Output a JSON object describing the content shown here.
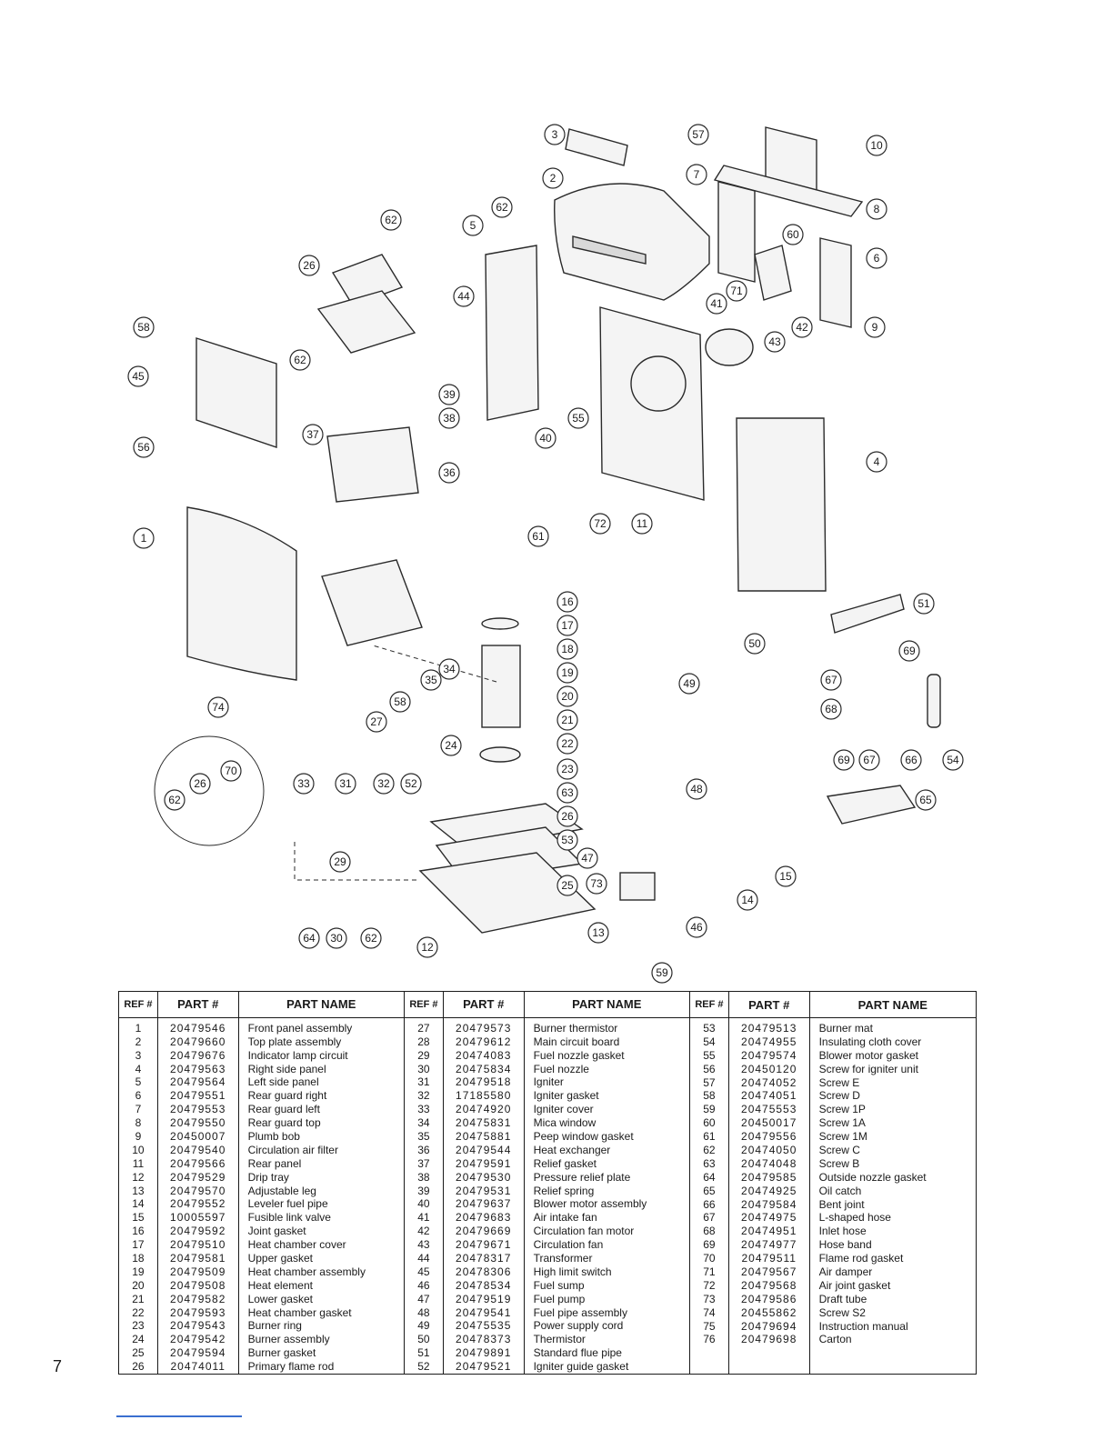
{
  "callouts": [
    "3",
    "57",
    "10",
    "2",
    "7",
    "8",
    "62",
    "5",
    "62",
    "60",
    "6",
    "26",
    "44",
    "71",
    "41",
    "42",
    "9",
    "43",
    "58",
    "45",
    "62",
    "39",
    "38",
    "37",
    "55",
    "40",
    "36",
    "4",
    "56",
    "72",
    "11",
    "61",
    "1",
    "16",
    "51",
    "17",
    "18",
    "50",
    "69",
    "34",
    "35",
    "19",
    "49",
    "67",
    "74",
    "58",
    "20",
    "68",
    "27",
    "21",
    "24",
    "22",
    "23",
    "70",
    "69",
    "67",
    "66",
    "54",
    "33",
    "31",
    "32",
    "52",
    "63",
    "48",
    "26",
    "62",
    "26",
    "65",
    "53",
    "47",
    "15",
    "29",
    "25",
    "73",
    "14",
    "46",
    "64",
    "30",
    "62",
    "12",
    "13",
    "59"
  ],
  "table": {
    "headers": {
      "ref": "REF #",
      "part_no": "PART #",
      "part_name": "PART NAME"
    },
    "columns": [
      {
        "ref": [
          "1",
          "2",
          "3",
          "4",
          "5",
          "6",
          "7",
          "8",
          "9",
          "10",
          "11",
          "12",
          "13",
          "14",
          "15",
          "16",
          "17",
          "18",
          "19",
          "20",
          "21",
          "22",
          "23",
          "24",
          "25",
          "26"
        ],
        "part_no": [
          "20479546",
          "20479660",
          "20479676",
          "20479563",
          "20479564",
          "20479551",
          "20479553",
          "20479550",
          "20450007",
          "20479540",
          "20479566",
          "20479529",
          "20479570",
          "20479552",
          "10005597",
          "20479592",
          "20479510",
          "20479581",
          "20479509",
          "20479508",
          "20479582",
          "20479593",
          "20479543",
          "20479542",
          "20479594",
          "20474011"
        ],
        "part_name": [
          "Front panel assembly",
          "Top plate assembly",
          "Indicator lamp circuit",
          "Right side panel",
          "Left side panel",
          "Rear guard right",
          "Rear guard left",
          "Rear guard top",
          "Plumb bob",
          "Circulation air filter",
          "Rear panel",
          "Drip tray",
          "Adjustable leg",
          "Leveler fuel pipe",
          "Fusible link valve",
          "Joint gasket",
          "Heat chamber cover",
          "Upper gasket",
          "Heat chamber assembly",
          "Heat element",
          "Lower gasket",
          "Heat chamber gasket",
          "Burner ring",
          "Burner assembly",
          "Burner gasket",
          "Primary flame rod"
        ]
      },
      {
        "ref": [
          "27",
          "28",
          "29",
          "30",
          "31",
          "32",
          "33",
          "34",
          "35",
          "36",
          "37",
          "38",
          "39",
          "40",
          "41",
          "42",
          "43",
          "44",
          "45",
          "46",
          "47",
          "48",
          "49",
          "50",
          "51",
          "52"
        ],
        "part_no": [
          "20479573",
          "20479612",
          "20474083",
          "20475834",
          "20479518",
          "17185580",
          "20474920",
          "20475831",
          "20475881",
          "20479544",
          "20479591",
          "20479530",
          "20479531",
          "20479637",
          "20479683",
          "20479669",
          "20479671",
          "20478317",
          "20478306",
          "20478534",
          "20479519",
          "20479541",
          "20475535",
          "20478373",
          "20479891",
          "20479521"
        ],
        "part_name": [
          "Burner thermistor",
          "Main circuit board",
          "Fuel nozzle gasket",
          "Fuel nozzle",
          "Igniter",
          "Igniter gasket",
          "Igniter cover",
          "Mica window",
          "Peep window gasket",
          "Heat exchanger",
          "Relief gasket",
          "Pressure relief plate",
          "Relief spring",
          "Blower motor assembly",
          "Air intake fan",
          "Circulation fan motor",
          "Circulation fan",
          "Transformer",
          "High limit switch",
          "Fuel sump",
          "Fuel pump",
          "Fuel pipe assembly",
          "Power supply cord",
          "Thermistor",
          "Standard flue pipe",
          "Igniter guide gasket"
        ]
      },
      {
        "ref": [
          "53",
          "54",
          "55",
          "56",
          "57",
          "58",
          "59",
          "60",
          "61",
          "62",
          "63",
          "64",
          "65",
          "66",
          "67",
          "68",
          "69",
          "70",
          "71",
          "72",
          "73",
          "74",
          "75",
          "76"
        ],
        "part_no": [
          "20479513",
          "20474955",
          "20479574",
          "20450120",
          "20474052",
          "20474051",
          "20475553",
          "20450017",
          "20479556",
          "20474050",
          "20474048",
          "20479585",
          "20474925",
          "20479584",
          "20474975",
          "20474951",
          "20474977",
          "20479511",
          "20479567",
          "20479568",
          "20479586",
          "20455862",
          "20479694",
          "20479698"
        ],
        "part_name": [
          "Burner mat",
          "Insulating cloth cover",
          "Blower motor gasket",
          "Screw for igniter unit",
          "Screw E",
          "Screw D",
          "Screw 1P",
          "Screw 1A",
          "Screw 1M",
          "Screw C",
          "Screw B",
          "Outside nozzle gasket",
          "Oil catch",
          "Bent joint",
          "L-shaped hose",
          "Inlet hose",
          "Hose band",
          "Flame rod gasket",
          "Air damper",
          "Air joint gasket",
          "Draft tube",
          "Screw S2",
          "Instruction manual",
          "Carton"
        ]
      }
    ]
  },
  "page_number": "7"
}
